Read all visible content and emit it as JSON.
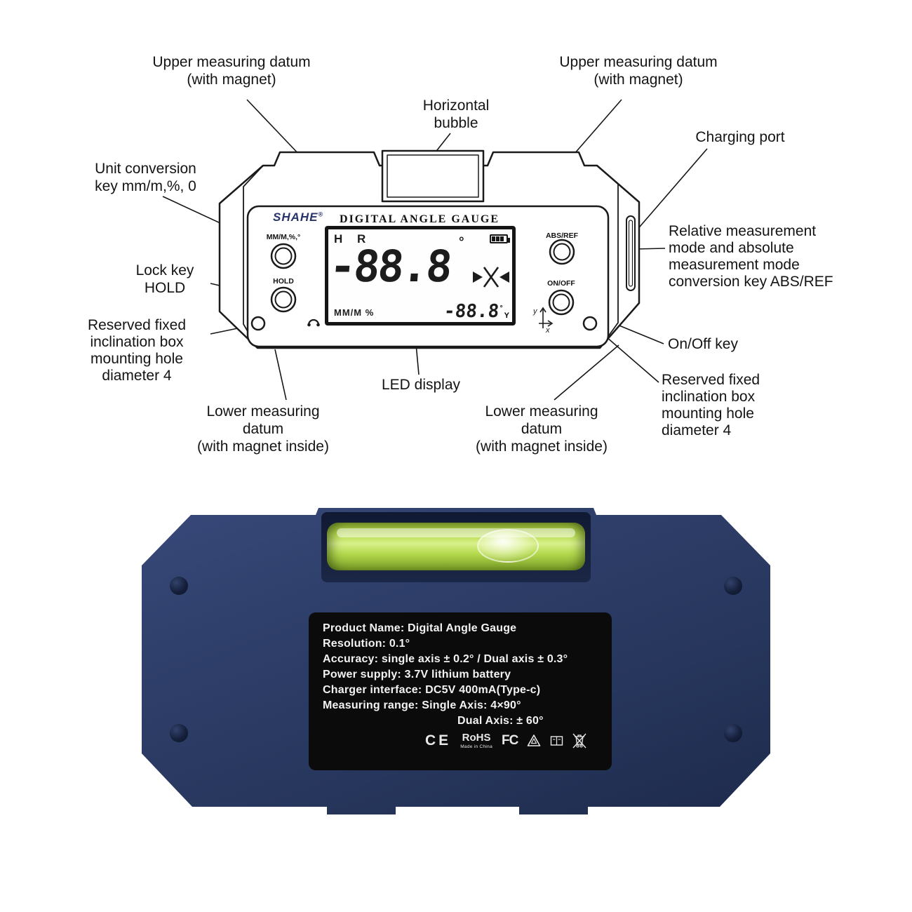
{
  "callouts": {
    "upper_datum_left": {
      "lines": [
        "Upper measuring datum",
        "(with magnet)"
      ]
    },
    "upper_datum_right": {
      "lines": [
        "Upper measuring datum",
        "(with magnet)"
      ]
    },
    "horizontal_bubble": {
      "lines": [
        "Horizontal",
        "bubble"
      ]
    },
    "charging_port": {
      "lines": [
        "Charging port"
      ]
    },
    "unit_conversion_key": {
      "lines": [
        "Unit conversion",
        "key mm/m,%, 0"
      ]
    },
    "lock_key": {
      "lines": [
        "Lock key",
        "HOLD"
      ]
    },
    "reserved_hole_left": {
      "lines": [
        "Reserved fixed",
        "inclination box",
        "mounting hole",
        "diameter 4"
      ]
    },
    "abs_ref_key": {
      "lines": [
        "Relative measurement",
        "mode and absolute",
        "measurement mode",
        "conversion key ABS/REF"
      ]
    },
    "on_off_key": {
      "lines": [
        "On/Off key"
      ]
    },
    "led_display": {
      "lines": [
        "LED display"
      ]
    },
    "lower_datum_left": {
      "lines": [
        "Lower measuring",
        "datum",
        "(with magnet inside)"
      ]
    },
    "lower_datum_right": {
      "lines": [
        "Lower measuring",
        "datum",
        "(with magnet inside)"
      ]
    },
    "reserved_hole_right": {
      "lines": [
        "Reserved fixed",
        "inclination box",
        "mounting hole",
        "diameter 4"
      ]
    }
  },
  "front": {
    "brand": "SHAHE",
    "reg_mark": "®",
    "title": "DIGITAL ANGLE GAUGE",
    "unit_button_label": "MM/M,%,°",
    "hold_button_label": "HOLD",
    "absref_button_label": "ABS/REF",
    "onoff_button_label": "ON/OFF",
    "lcd": {
      "indicators": "H R",
      "main_value": "-88.8",
      "degree": "°",
      "unit_row": "MM/M %",
      "sub_value": "-88.8",
      "sub_axis": "Y",
      "axis_y": "y",
      "axis_x": "x"
    }
  },
  "back": {
    "spec_label": {
      "lines": [
        "Product Name:  Digital Angle Gauge",
        "Resolution:  0.1°",
        "Accuracy:  single axis ± 0.2°  /  Dual axis ± 0.3°",
        "Power supply:  3.7V lithium battery",
        "Charger interface:  DC5V 400mA(Type-c)",
        "Measuring range:  Single Axis: 4×90°",
        "Dual Axis: ± 60°"
      ],
      "ce": "CE",
      "rohs": "RoHS",
      "rohs_sub": "Made in China",
      "fcc": "FC"
    }
  }
}
